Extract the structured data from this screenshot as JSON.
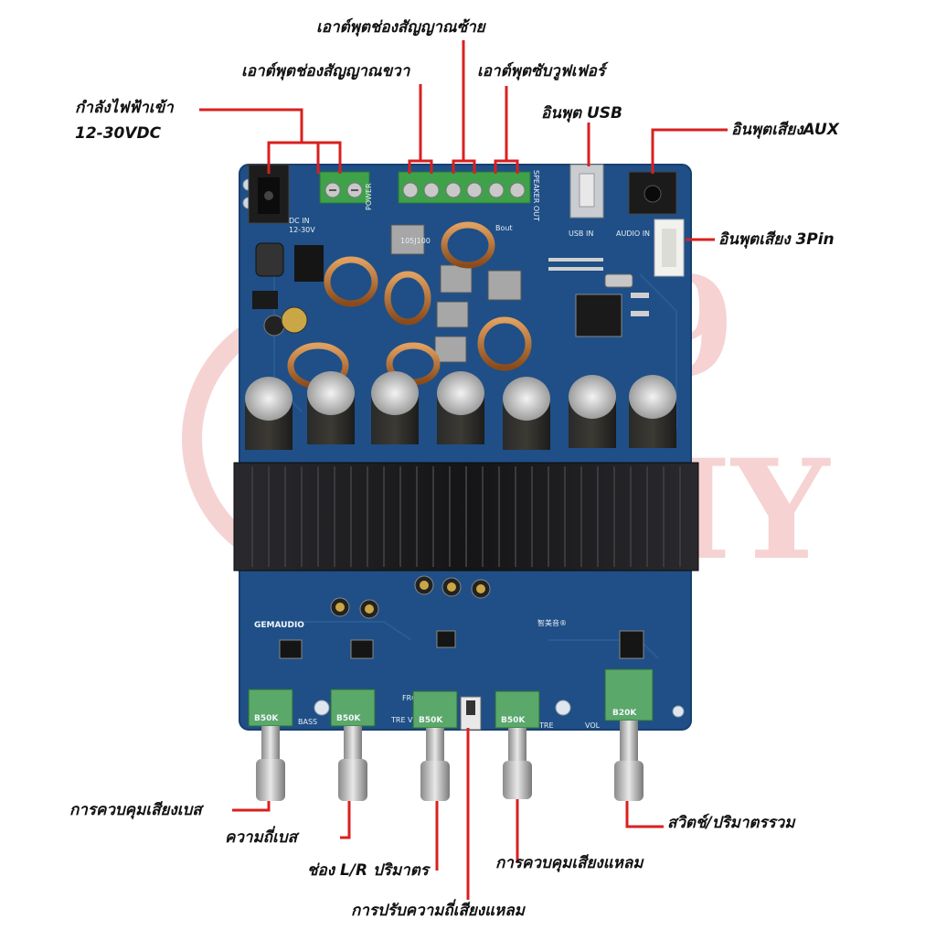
{
  "watermark": {
    "text": "DIY",
    "color": "#e06060"
  },
  "board": {
    "pcb_color": "#1f4f86",
    "silkscreen": {
      "dc_in": "DC IN",
      "dc_voltage": "12-30V",
      "power": "POWER",
      "speaker_out": "SPEAKER OUT",
      "usb_in": "USB IN",
      "audio_in": "AUDIO IN",
      "brand": "GEMAUDIO",
      "chinese": "智美音®",
      "bass": "BASS",
      "frq": "FRQ.",
      "tre_vol": "TRE VOL",
      "tre": "TRE",
      "vol": "VOL",
      "bout": "Bout",
      "pot_values": [
        "B50K",
        "B50K",
        "B50K",
        "B50K",
        "B20K"
      ],
      "inductor_code": "105J100"
    }
  },
  "callouts": {
    "power_in_line1": "กำลังไฟฟ้าเข้า",
    "power_in_line2": "12-30VDC",
    "right_out": "เอาต์พุตช่องสัญญาณขวา",
    "left_out": "เอาต์พุตช่องสัญญาณซ้าย",
    "sub_out": "เอาต์พุตซับวูฟเฟอร์",
    "usb_in": "อินพุต USB",
    "aux_in": "อินพุตเสียงAUX",
    "pin3_in": "อินพุตเสียง 3Pin",
    "bass_ctrl": "การควบคุมเสียงเบส",
    "bass_freq": "ความถี่เบส",
    "lr_vol": "ช่อง L/R ปริมาตร",
    "treble_ctrl": "การควบคุมเสียงแหลม",
    "treble_freq": "การปรับความถี่เสียงแหลม",
    "master_vol": "สวิตช์/ปริมาตรรวม"
  },
  "colors": {
    "callout_line": "#d9201f",
    "text": "#111111",
    "heatsink": "#1a1a1c"
  }
}
